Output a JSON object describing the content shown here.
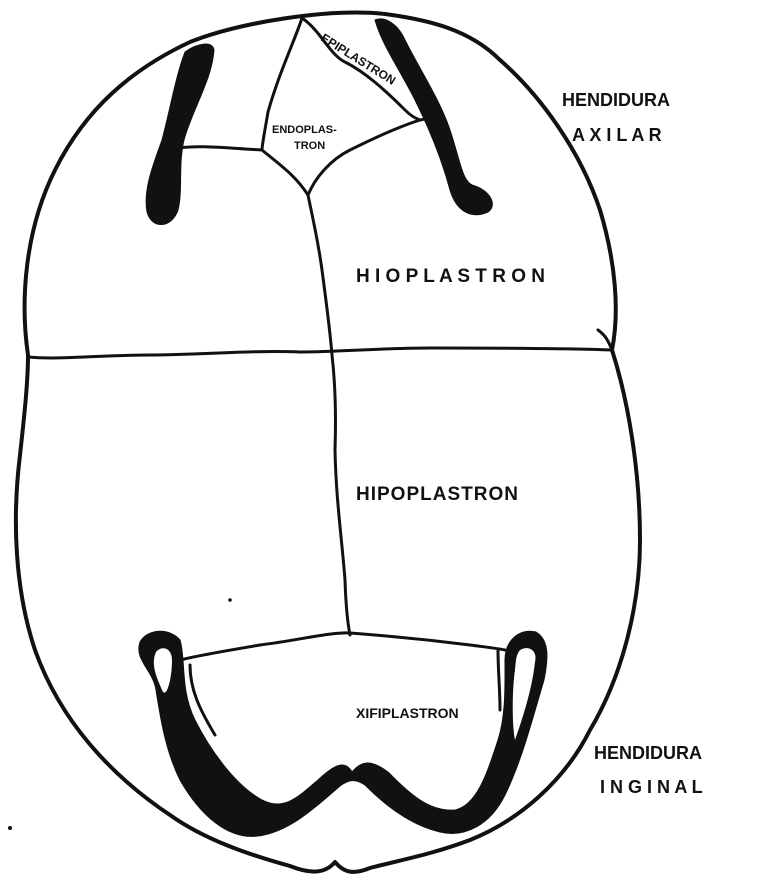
{
  "labels": {
    "epiplastron": "EPIPLASTRON",
    "endoplastron_line1": "ENDOPLAS-",
    "endoplastron_line2": "TRON",
    "hioplastron": "H I O P L A S T R O N",
    "hipoplastron": "HIPOPLASTRON",
    "xifiplastron": "XIFIPLASTRON",
    "axilar_line1": "HENDIDURA",
    "axilar_line2": "A X I L A R",
    "inginal_line1": "HENDIDURA",
    "inginal_line2": "I N G I N A L"
  },
  "colors": {
    "ink": "#111111",
    "paper": "#ffffff"
  }
}
